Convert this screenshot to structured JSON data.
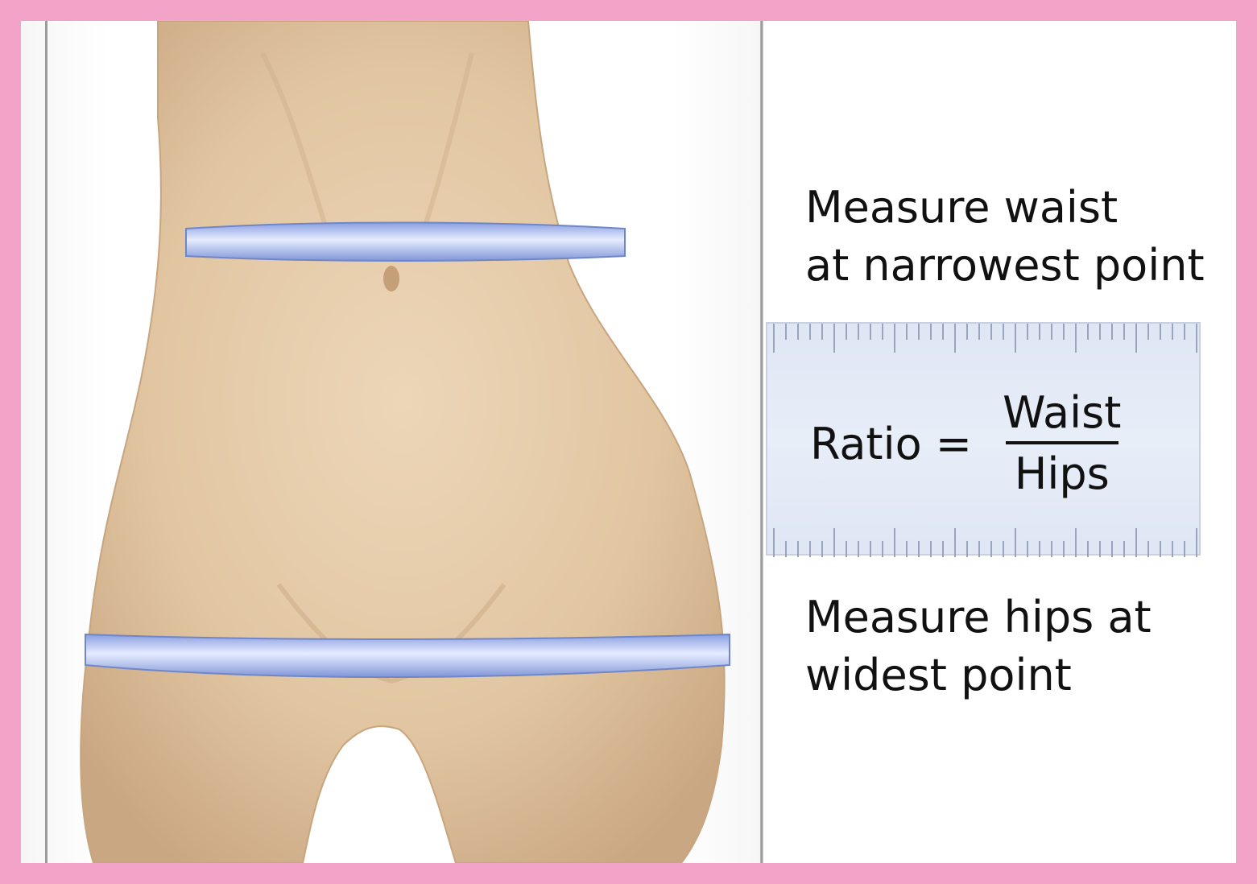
{
  "caption_top": "Measure waist\nat narrowest point",
  "caption_bottom": "Measure hips at\nwidest point",
  "formula": {
    "lhs": "Ratio =",
    "numerator": "Waist",
    "denominator": "Hips"
  },
  "colors": {
    "frame": "#f3a3c8",
    "skin": "#e3c8a6",
    "tape": "#9fb2ea",
    "ruler": "#e2e9f6"
  }
}
